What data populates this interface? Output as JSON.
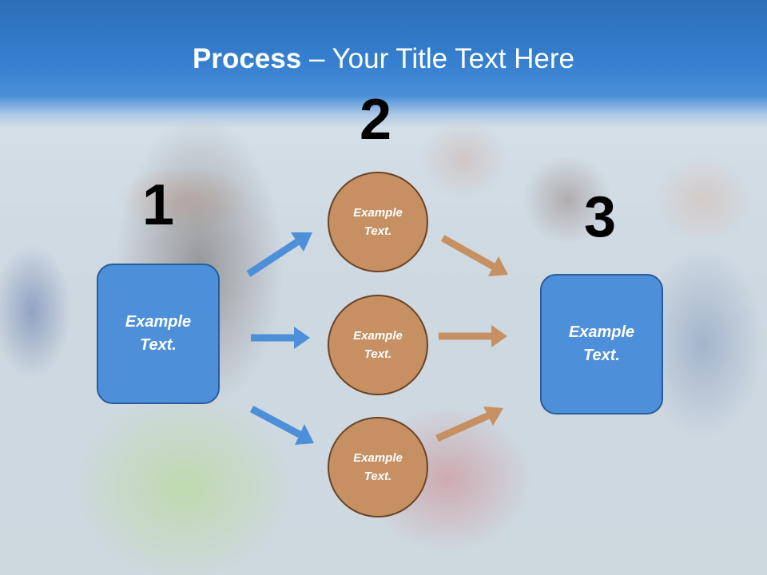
{
  "slide": {
    "title_bold": "Process",
    "title_rest": " – Your Title Text Here",
    "colors": {
      "header": "#3680d0",
      "box": "#4d8fd9",
      "circle": "#c69063",
      "arrow_blue": "#4d8fd9",
      "arrow_orange": "#c69063"
    }
  },
  "steps": {
    "one": {
      "number": "1",
      "text": "Example Text."
    },
    "two": {
      "number": "2",
      "items": [
        {
          "text": "Example Text."
        },
        {
          "text": "Example Text."
        },
        {
          "text": "Example Text."
        }
      ]
    },
    "three": {
      "number": "3",
      "text": "Example Text."
    }
  },
  "icons": [
    "arrow-up-right-icon",
    "arrow-right-icon",
    "arrow-down-right-icon"
  ]
}
